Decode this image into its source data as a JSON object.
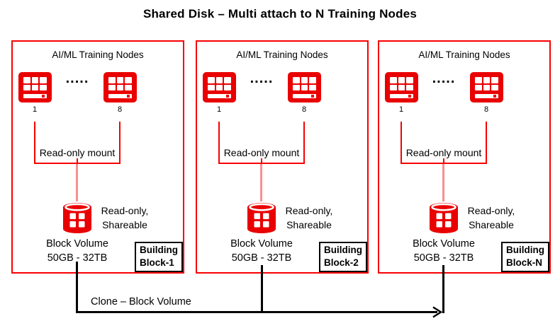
{
  "title": "Shared Disk – Multi attach to N Training Nodes",
  "clone_label": "Clone – Block Volume",
  "colors": {
    "accent_red": "#e90000",
    "line_red": "#f80000",
    "light_red": "#f99090",
    "line_black": "#000000"
  },
  "blocks": [
    {
      "title": "AI/ML Training Nodes",
      "dots": ".....",
      "node_first": "1",
      "node_last": "8",
      "mount_label": "Read-only mount",
      "volume_attr_line1": "Read-only,",
      "volume_attr_line2": "Shareable",
      "volume_label_line1": "Block Volume",
      "volume_label_line2": "50GB - 32TB",
      "badge_line1": "Building",
      "badge_line2": "Block-1"
    },
    {
      "title": "AI/ML Training Nodes",
      "dots": ".....",
      "node_first": "1",
      "node_last": "8",
      "mount_label": "Read-only mount",
      "volume_attr_line1": "Read-only,",
      "volume_attr_line2": "Shareable",
      "volume_label_line1": "Block Volume",
      "volume_label_line2": "50GB - 32TB",
      "badge_line1": "Building",
      "badge_line2": "Block-2"
    },
    {
      "title": "AI/ML Training Nodes",
      "dots": ".....",
      "node_first": "1",
      "node_last": "8",
      "mount_label": "Read-only mount",
      "volume_attr_line1": "Read-only,",
      "volume_attr_line2": "Shareable",
      "volume_label_line1": "Block Volume",
      "volume_label_line2": "50GB - 32TB",
      "badge_line1": "Building",
      "badge_line2": "Block-N"
    }
  ]
}
